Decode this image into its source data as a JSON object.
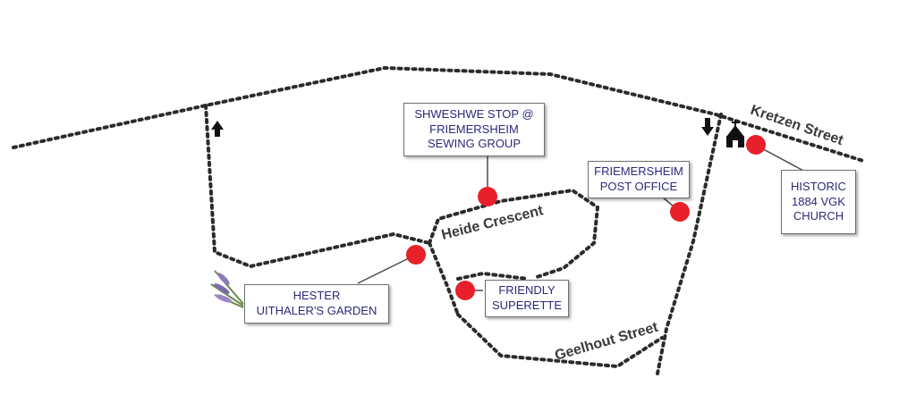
{
  "map": {
    "streets": {
      "kretzen": "Kretzen Street",
      "heide": "Heide Crescent",
      "geelhout": "Geelhout Street"
    },
    "markers": {
      "shweshwe": "SHWESHWE STOP @\nFRIEMERSHEIM\nSEWING GROUP",
      "post_office": "FRIEMERSHEIM\nPOST OFFICE",
      "church": "HISTORIC\n1884 VGK\nCHURCH",
      "garden": "HESTER\nUITHALER'S GARDEN",
      "superette": "FRIENDLY\nSUPERETTE"
    },
    "colors": {
      "marker": "#e8202a",
      "road": "#2b2b2b",
      "label_text": "#2a2a7a",
      "street_text": "#3a3a3a"
    },
    "icons": [
      "arrow-up-icon",
      "arrow-down-icon",
      "church-icon",
      "lavender-icon"
    ]
  }
}
